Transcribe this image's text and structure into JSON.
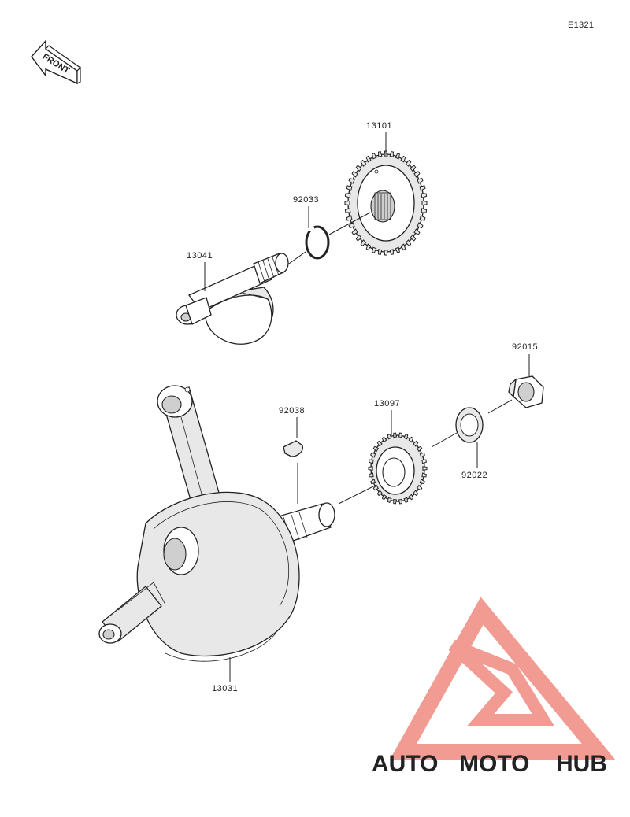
{
  "diagram": {
    "reference_code": "E1321",
    "front_label": "FRONT",
    "parts": [
      {
        "number": "13101"
      },
      {
        "number": "92033"
      },
      {
        "number": "13041"
      },
      {
        "number": "92015"
      },
      {
        "number": "92038"
      },
      {
        "number": "13097"
      },
      {
        "number": "92022"
      },
      {
        "number": "13031"
      }
    ]
  },
  "watermark": {
    "word_part1": "AUTO",
    "word_part2": "MOTO",
    "word_part3": "HUB",
    "colors": {
      "accent": "#f08a80",
      "orange": "#f5c060",
      "grey": "#9a9a9a"
    }
  }
}
